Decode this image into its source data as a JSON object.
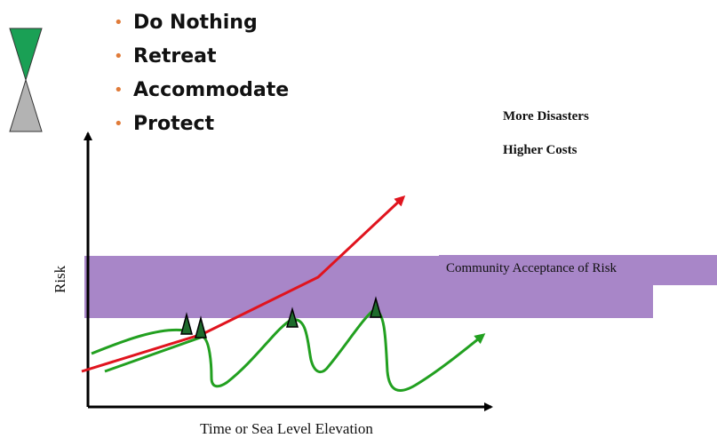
{
  "options": [
    {
      "label": "Do Nothing"
    },
    {
      "label": "Retreat"
    },
    {
      "label": "Accommodate"
    },
    {
      "label": "Protect"
    }
  ],
  "notes": {
    "line1": "More Disasters",
    "line2": "Higher Costs"
  },
  "band_label": "Community Acceptance of Risk",
  "axes": {
    "y_label": "Risk",
    "x_label": "Time or Sea Level Elevation"
  },
  "colors": {
    "bullet": "#e07b39",
    "band": "#a886c8",
    "risk_arrow": "#e0141e",
    "response_curve": "#22a020",
    "hourglass_top": "#1aa055",
    "hourglass_bottom": "#b3b3b3"
  }
}
